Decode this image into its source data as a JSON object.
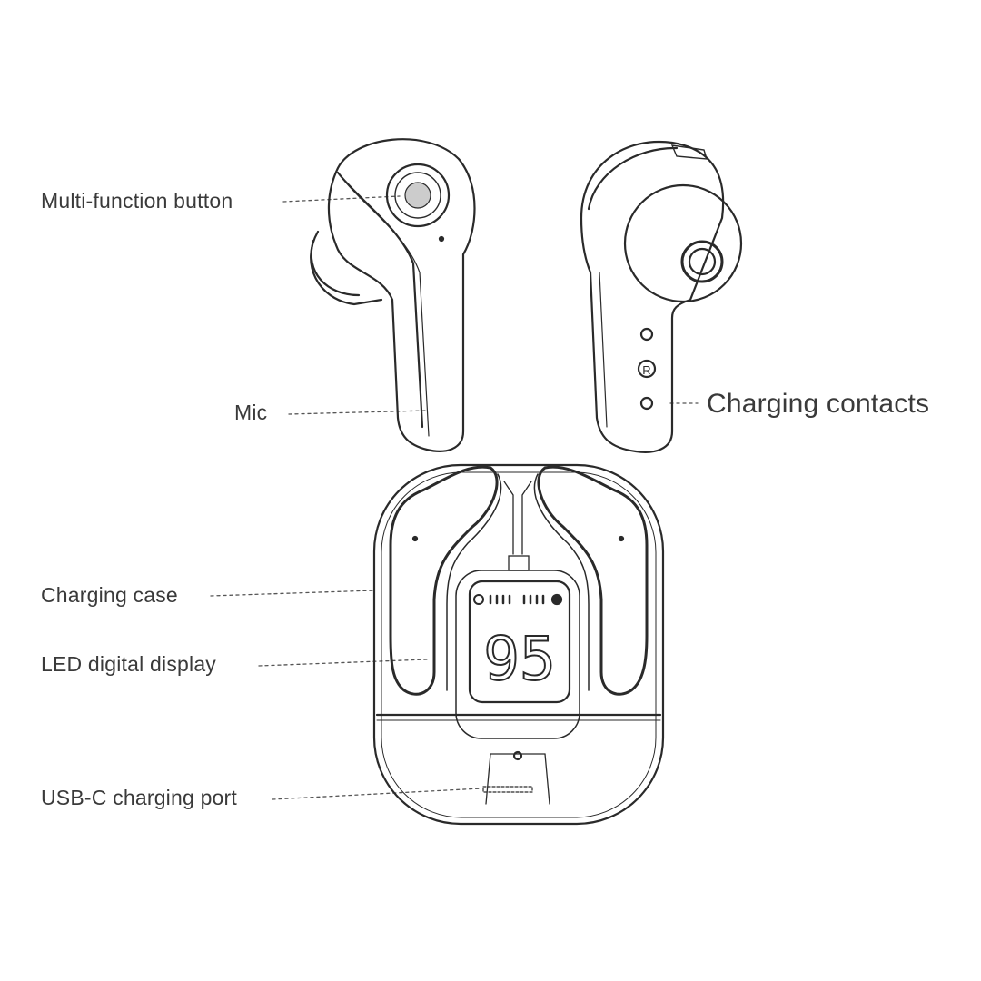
{
  "labels": {
    "multi_function_button": "Multi-function button",
    "mic": "Mic",
    "charging_contacts": "Charging contacts",
    "charging_case": "Charging case",
    "led_display": "LED digital display",
    "usb_c_port": "USB-C charging port"
  },
  "display": {
    "battery_value": "95"
  },
  "colors": {
    "line": "#2a2a2a",
    "text": "#3a3a3a",
    "background": "#ffffff"
  }
}
